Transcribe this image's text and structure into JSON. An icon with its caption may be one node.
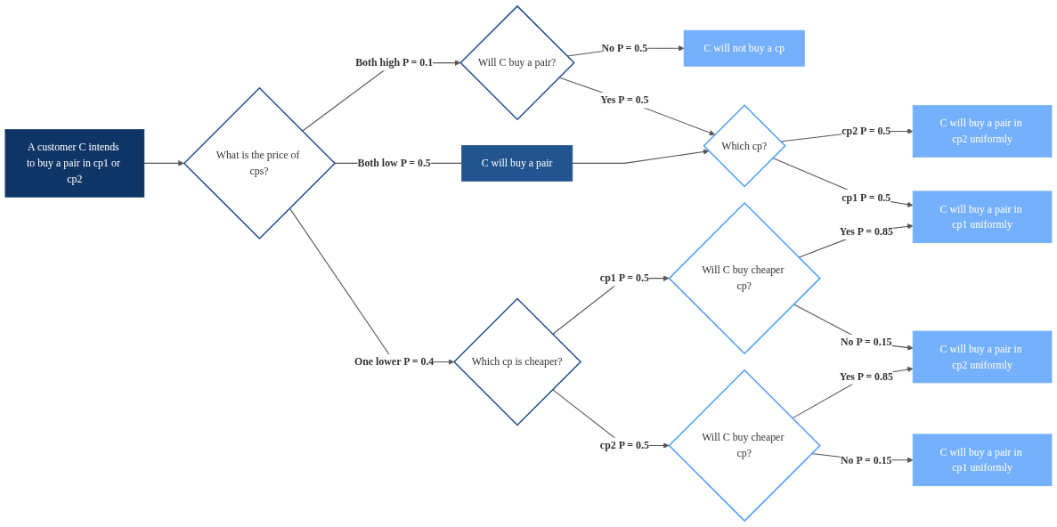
{
  "diagram": {
    "nodes": [
      {
        "text": [
          "A customer C intends to buy a pair in cp1 or cp2"
        ]
      },
      {
        "text": [
          "What is the price of cps?"
        ]
      },
      {
        "text": [
          "Will C buy a pair?"
        ]
      },
      {
        "text": [
          "C will not buy a cp"
        ]
      },
      {
        "text": [
          "Which cp?"
        ]
      },
      {
        "text": [
          "C will buy a pair in cp2 uniformly"
        ]
      },
      {
        "text": [
          "C will buy a pair"
        ]
      },
      {
        "text": [
          "C will buy a pair in cp1 uniformly"
        ]
      },
      {
        "text": [
          "Will C buy cheaper cp?"
        ]
      },
      {
        "text": [
          "Which cp is cheaper?"
        ]
      },
      {
        "text": [
          "C will buy a pair in cp2 uniformly"
        ]
      },
      {
        "text": [
          "Will C buy cheaper cp?"
        ]
      },
      {
        "text": [
          "C will buy a pair in cp1 uniformly"
        ]
      }
    ],
    "edges": [
      {
        "from": 0,
        "to": 1,
        "arrow": "to"
      },
      {
        "from": 1,
        "to": 2,
        "arrow": "to",
        "label": "Both high P = 0.1"
      },
      {
        "from": 1,
        "to": 6,
        "arrow": "none",
        "label": "Both low P = 0.5"
      },
      {
        "from": 1,
        "to": 9,
        "arrow": "to",
        "label": "One lower P = 0.4"
      },
      {
        "from": 2,
        "to": 3,
        "arrow": "to",
        "label": "No P = 0.5"
      },
      {
        "from": 2,
        "to": 4,
        "arrow": "to",
        "label": "Yes P = 0.5"
      },
      {
        "from": 6,
        "to": 4,
        "arrow": "to"
      },
      {
        "from": 4,
        "to": 5,
        "arrow": "to",
        "label": "cp2 P = 0.5"
      },
      {
        "from": 4,
        "to": 7,
        "arrow": "to",
        "label": "cp1 P = 0.5"
      },
      {
        "from": 9,
        "to": 8,
        "arrow": "to",
        "label": "cp1 P = 0.5"
      },
      {
        "from": 9,
        "to": 11,
        "arrow": "to",
        "label": "cp2 P = 0.5"
      },
      {
        "from": 8,
        "to": 7,
        "arrow": "to",
        "label": "Yes P = 0.85"
      },
      {
        "from": 8,
        "to": 10,
        "arrow": "to",
        "label": "No P = 0.15"
      },
      {
        "from": 11,
        "to": 10,
        "arrow": "to",
        "label": "Yes P = 0.85"
      },
      {
        "from": 11,
        "to": 12,
        "arrow": "to",
        "label": "No P = 0.15"
      }
    ]
  }
}
